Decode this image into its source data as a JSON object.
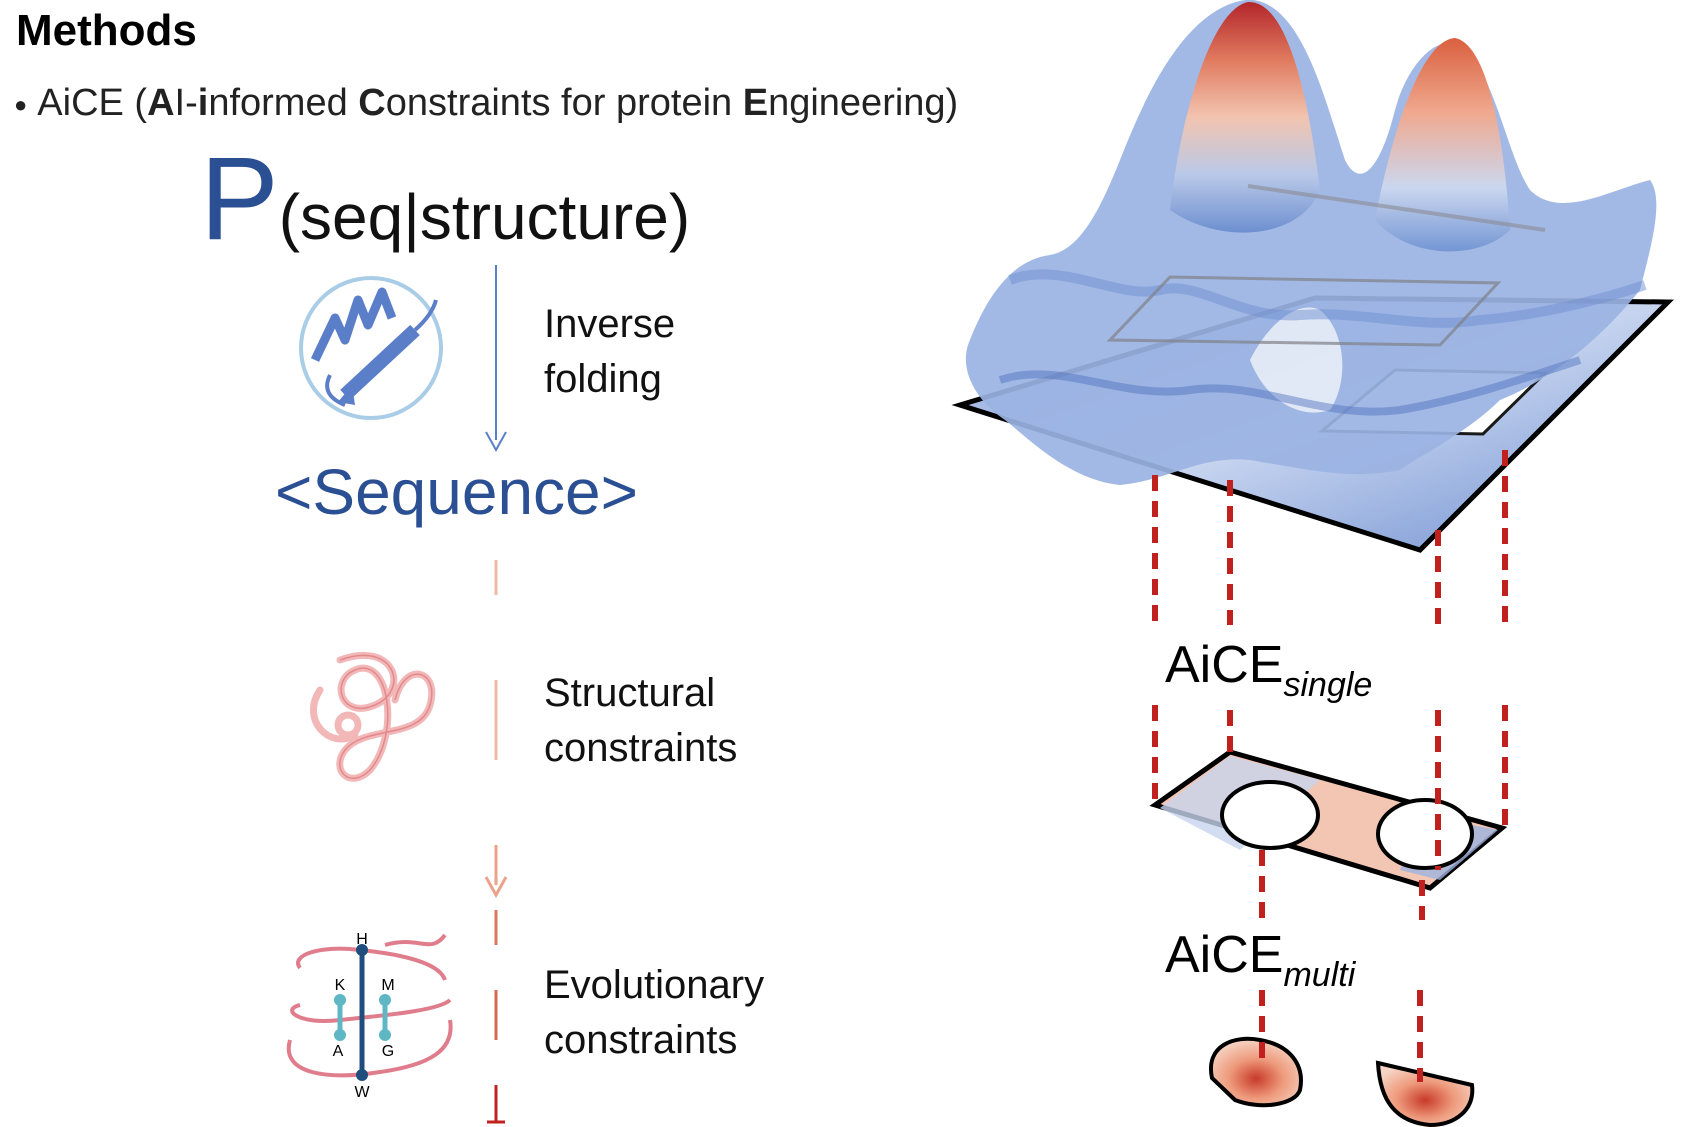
{
  "heading": "Methods",
  "subheading": {
    "parts": [
      {
        "text": "AiCE (",
        "bold": false
      },
      {
        "text": "A",
        "bold": true
      },
      {
        "text": "I-",
        "bold": false
      },
      {
        "text": "i",
        "bold": true
      },
      {
        "text": "nformed ",
        "bold": false
      },
      {
        "text": "C",
        "bold": true
      },
      {
        "text": "onstraints for protein ",
        "bold": false
      },
      {
        "text": "E",
        "bold": true
      },
      {
        "text": "ngineering)",
        "bold": false
      }
    ]
  },
  "probability": {
    "symbol": "P",
    "condition": "(seq|structure)"
  },
  "steps": {
    "inverse_folding": [
      "Inverse",
      "folding"
    ],
    "sequence": "<Sequence>",
    "structural": [
      "Structural",
      "constraints"
    ],
    "evolutionary": [
      "Evolutionary",
      "constraints"
    ]
  },
  "residues": {
    "top": "H",
    "bottom": "W",
    "left_top": "K",
    "right_top": "M",
    "left_bottom": "A",
    "right_bottom": "G"
  },
  "aice_single": {
    "main": "AiCE",
    "sub": "single"
  },
  "aice_multi": {
    "main": "AiCE",
    "sub": "multi"
  },
  "colors": {
    "blue_dark": "#2b4f93",
    "blue_mid": "#5b7ec9",
    "blue_light": "#a9bfe4",
    "red": "#c0201e",
    "salmon": "#e99a7f",
    "pink": "#e07d8c",
    "teal": "#5fb7c5",
    "navy": "#1f4d7d"
  }
}
